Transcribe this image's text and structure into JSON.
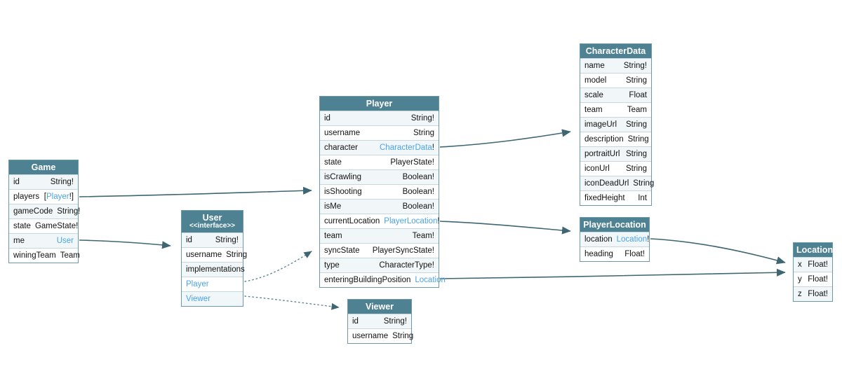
{
  "diagram": {
    "title": "GraphQL schema type diagram",
    "colors": {
      "header_bg": "#4e8192",
      "row_alt_bg": "#f1f7f8",
      "border": "#6d98a6",
      "link_text": "#4aa3e8",
      "arrow": "#3e6673",
      "dotted_arrow": "#5c858f"
    },
    "tables": [
      {
        "name": "Game",
        "rows": [
          {
            "field": "id",
            "type": "String!"
          },
          {
            "field": "players",
            "type_prefix": "[",
            "type_link": "Player",
            "type_suffix": "!]"
          },
          {
            "field": "gameCode",
            "type": "String!"
          },
          {
            "field": "state",
            "type": "GameState!"
          },
          {
            "field": "me",
            "type_link": "User"
          },
          {
            "field": "winingTeam",
            "type": "Team"
          }
        ]
      },
      {
        "name": "User",
        "stereotype": "<<interface>>",
        "rows": [
          {
            "field": "id",
            "type": "String!"
          },
          {
            "field": "username",
            "type": "String"
          },
          {
            "field": "implementations"
          },
          {
            "field_link": "Player"
          },
          {
            "field_link": "Viewer"
          }
        ]
      },
      {
        "name": "Player",
        "rows": [
          {
            "field": "id",
            "type": "String!"
          },
          {
            "field": "username",
            "type": "String"
          },
          {
            "field": "character",
            "type_link": "CharacterData",
            "type_suffix": "!"
          },
          {
            "field": "state",
            "type": "PlayerState!"
          },
          {
            "field": "isCrawling",
            "type": "Boolean!"
          },
          {
            "field": "isShooting",
            "type": "Boolean!"
          },
          {
            "field": "isMe",
            "type": "Boolean!"
          },
          {
            "field": "currentLocation",
            "type_link": "PlayerLocation",
            "type_suffix": "!"
          },
          {
            "field": "team",
            "type": "Team!"
          },
          {
            "field": "syncState",
            "type": "PlayerSyncState!"
          },
          {
            "field": "type",
            "type": "CharacterType!"
          },
          {
            "field": "enteringBuildingPosition",
            "type_link": "Location"
          }
        ]
      },
      {
        "name": "Viewer",
        "rows": [
          {
            "field": "id",
            "type": "String!"
          },
          {
            "field": "username",
            "type": "String"
          }
        ]
      },
      {
        "name": "CharacterData",
        "rows": [
          {
            "field": "name",
            "type": "String!"
          },
          {
            "field": "model",
            "type": "String"
          },
          {
            "field": "scale",
            "type": "Float"
          },
          {
            "field": "team",
            "type": "Team"
          },
          {
            "field": "imageUrl",
            "type": "String"
          },
          {
            "field": "description",
            "type": "String"
          },
          {
            "field": "portraitUrl",
            "type": "String"
          },
          {
            "field": "iconUrl",
            "type": "String"
          },
          {
            "field": "iconDeadUrl",
            "type": "String"
          },
          {
            "field": "fixedHeight",
            "type": "Int"
          }
        ]
      },
      {
        "name": "PlayerLocation",
        "rows": [
          {
            "field": "location",
            "type_link": "Location",
            "type_suffix": "!"
          },
          {
            "field": "heading",
            "type": "Float!"
          }
        ]
      },
      {
        "name": "Location",
        "rows": [
          {
            "field": "x",
            "type": "Float!"
          },
          {
            "field": "y",
            "type": "Float!"
          },
          {
            "field": "z",
            "type": "Float!"
          }
        ]
      }
    ],
    "edges": [
      {
        "from": "Game.players",
        "to": "Player",
        "style": "solid"
      },
      {
        "from": "Game.me",
        "to": "User",
        "style": "solid"
      },
      {
        "from": "Player.character",
        "to": "CharacterData",
        "style": "solid"
      },
      {
        "from": "Player.currentLocation",
        "to": "PlayerLocation",
        "style": "solid"
      },
      {
        "from": "Player.enteringBuildingPosition",
        "to": "Location",
        "style": "solid"
      },
      {
        "from": "PlayerLocation.location",
        "to": "Location",
        "style": "solid"
      },
      {
        "from": "User.Player",
        "to": "Player",
        "style": "dotted"
      },
      {
        "from": "User.Viewer",
        "to": "Viewer",
        "style": "dotted"
      }
    ]
  }
}
